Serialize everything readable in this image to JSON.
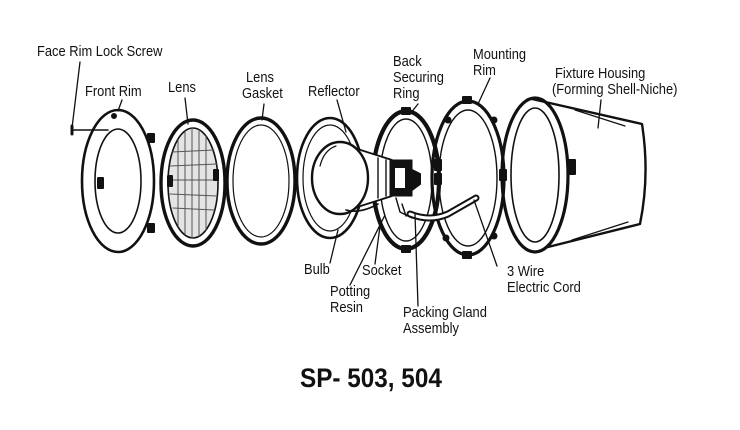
{
  "labels": {
    "face_rim_lock_screw": "Face Rim Lock Screw",
    "front_rim": "Front Rim",
    "lens": "Lens",
    "lens_gasket_1": "Lens",
    "lens_gasket_2": "Gasket",
    "reflector": "Reflector",
    "back_securing_ring_1": "Back",
    "back_securing_ring_2": "Securing",
    "back_securing_ring_3": "Ring",
    "mounting_rim_1": "Mounting",
    "mounting_rim_2": "Rim",
    "fixture_housing_1": "Fixture Housing",
    "fixture_housing_2": "(Forming Shell-Niche)",
    "bulb": "Bulb",
    "socket": "Socket",
    "potting_resin_1": "Potting",
    "potting_resin_2": "Resin",
    "packing_gland_1": "Packing Gland",
    "packing_gland_2": "Assembly",
    "electric_cord_1": "3 Wire",
    "electric_cord_2": "Electric Cord"
  },
  "model_number": "SP- 503, 504",
  "colors": {
    "ink": "#111111",
    "paper": "#ffffff",
    "shade": "#cfcfcf"
  }
}
